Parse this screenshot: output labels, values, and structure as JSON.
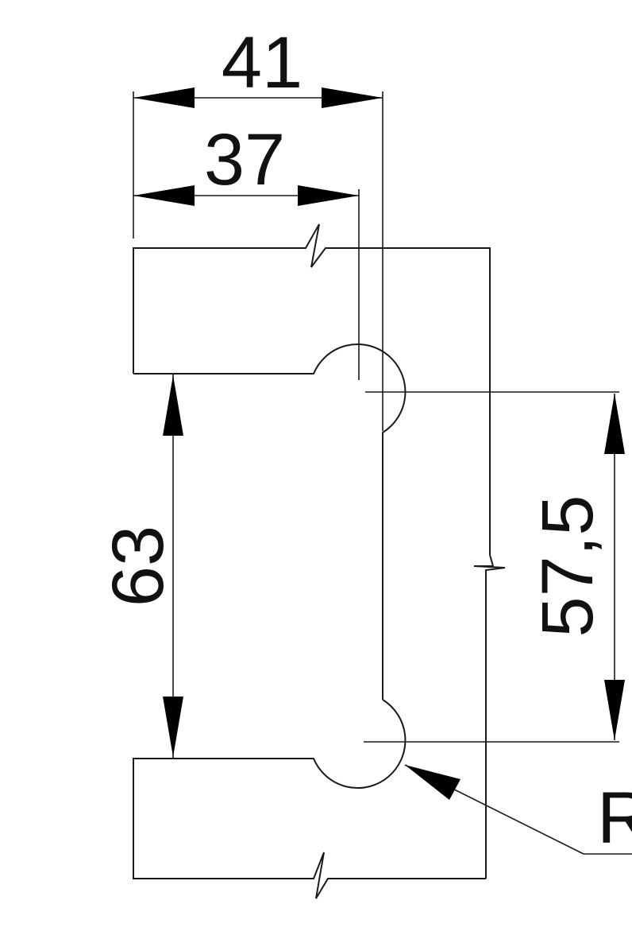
{
  "dimensions": {
    "width_overall": "41",
    "width_to_center": "37",
    "gap_height": "63",
    "center_distance": "57,5",
    "radius_prefix": "R"
  },
  "colors": {
    "line": "#1a1a1a",
    "background": "#ffffff"
  }
}
